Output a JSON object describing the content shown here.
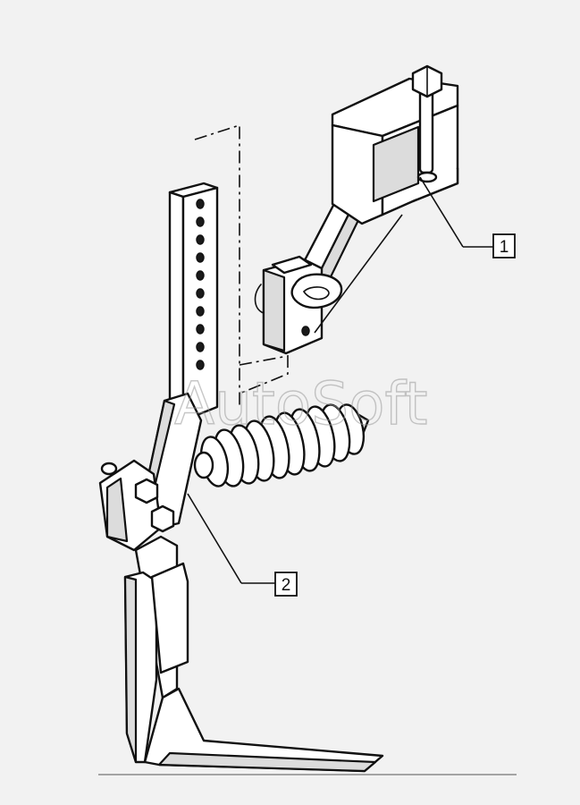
{
  "callouts": [
    {
      "label": "1"
    },
    {
      "label": "2"
    }
  ],
  "watermark": "AutoSoft",
  "colors": {
    "line": "#111111",
    "background": "#f2f2f2",
    "fill": "#ffffff",
    "shade": "#dcdcdc"
  }
}
